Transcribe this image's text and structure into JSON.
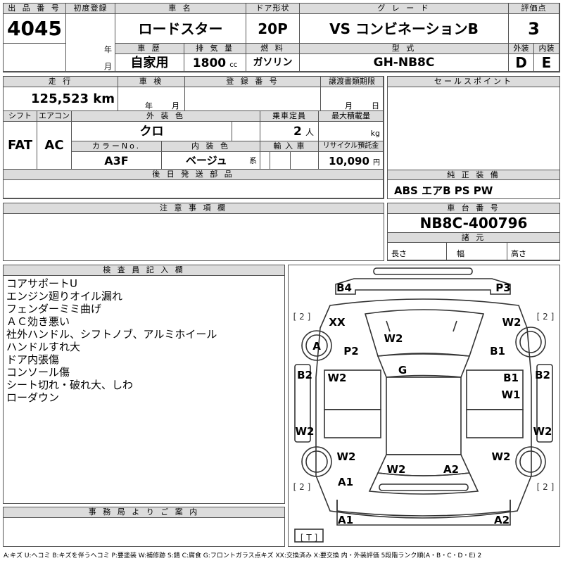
{
  "top_row": {
    "lot_label": "出 品 番 号",
    "lot_value": "4045",
    "first_reg_label": "初度登録",
    "year_unit": "年",
    "month_unit": "月",
    "name_label": "車 名",
    "name_value": "ロードスター",
    "door_label": "ドア形状",
    "door_value": "20P",
    "grade_label": "グ レ ー ド",
    "grade_value": "VS コンビネーションB",
    "score_label": "評価点",
    "score_value": "3",
    "history_label": "車 歴",
    "history_value": "自家用",
    "displacement_label": "排 気 量",
    "displacement_value": "1800",
    "displacement_unit": "cc",
    "fuel_label": "燃 料",
    "fuel_value": "ガソリン",
    "model_label": "型 式",
    "model_value": "GH-NB8C",
    "exterior_label": "外装",
    "exterior_value": "D",
    "interior_label": "内装",
    "interior_value": "E"
  },
  "second_block": {
    "mileage_label": "走 行",
    "mileage_value": "125,523 km",
    "inspection_label": "車 検",
    "inspection_year": "年",
    "inspection_month": "月",
    "reg_number_label": "登 録 番 号",
    "transfer_label": "譲渡書類期限",
    "transfer_month": "月",
    "transfer_day": "日",
    "shift_label": "シフト",
    "shift_value": "FAT",
    "ac_label": "エアコン",
    "ac_value": "AC",
    "ext_color_label": "外 装 色",
    "ext_color_value": "クロ",
    "capacity_label": "乗車定員",
    "capacity_value": "2",
    "capacity_unit": "人",
    "load_label": "最大積載量",
    "load_unit": "kg",
    "color_no_label": "カラーNo.",
    "color_no_value": "A3F",
    "int_color_label": "内 装 色",
    "int_color_value": "ベージュ",
    "int_color_suffix": "系",
    "import_label": "輸 入 車",
    "recycle_label": "リサイクル預託金",
    "recycle_value": "10,090",
    "recycle_unit": "円",
    "parts_label": "後 日 発 送 部 品"
  },
  "sales_point": {
    "label": "セールスポイント"
  },
  "equipment": {
    "label": "純 正 装 備",
    "value": "ABS エアB PS PW"
  },
  "notes_block": {
    "label": "注 意 事 項 欄"
  },
  "chassis": {
    "label": "車 台 番 号",
    "value": "NB8C-400796",
    "spec_label": "諸 元",
    "length_label": "長さ",
    "width_label": "幅",
    "height_label": "高さ"
  },
  "inspector": {
    "label": "検 査 員 記 入 欄",
    "notes": [
      "コアサポートU",
      "エンジン廻りオイル漏れ",
      "フェンダーミミ曲げ",
      "ＡＣ効き悪い",
      "社外ハンドル、シフトノブ、アルミホイール",
      "ハンドルすれ大",
      "ドア内張傷",
      "コンソール傷",
      "シート切れ・破れ大、しわ",
      "ローダウン"
    ]
  },
  "office": {
    "label": "事 務 局 よ り ご 案 内"
  },
  "diagram": {
    "tire_labels": [
      "[ 2 ]",
      "[ 2 ]",
      "[ 2 ]",
      "[ 2 ]"
    ],
    "trunk_label": "[ T ]",
    "marks": {
      "B4": "B4",
      "P3": "P3",
      "XX": "XX",
      "W2_fl": "W2",
      "W2_hood": "W2",
      "A": "A",
      "P2": "P2",
      "B1_r1": "B1",
      "G": "G",
      "B2_l": "B2",
      "W2_l": "W2",
      "B1_r2": "B1",
      "W1": "W1",
      "B2_r": "B2",
      "W2_ls": "W2",
      "W2_rs": "W2",
      "W2_lr": "W2",
      "W2_rr": "W2",
      "W2_trunk": "W2",
      "A2_trunk": "A2",
      "A1_l": "A1",
      "A1_bumper": "A1",
      "A2_bumper": "A2"
    }
  },
  "legend": "A:キズ U:ヘコミ B:キズを伴うヘコミ P:要塗装 W:補修跡 S:錆 C:腐食 G:フロントガラス点キズ XX:交換済み X:要交換 内・外装評価 5段階ランク順(A・B・C・D・E) 2"
}
